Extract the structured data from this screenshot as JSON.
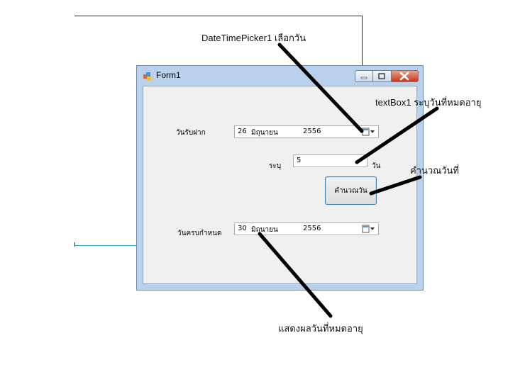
{
  "window": {
    "title": "Form1"
  },
  "form": {
    "receive_date_label": "วันรับฝาก",
    "receive_date": {
      "day": "26",
      "month": "มิถุนายน",
      "year": "2556"
    },
    "specify_label": "ระบุ",
    "days_value": "5",
    "days_unit": "วัน",
    "calculate_button": "คำนวณวัน",
    "due_date_label": "วันครบกำหนด",
    "due_date": {
      "day": "30",
      "month": "มิถุนายน",
      "year": "2556"
    }
  },
  "annotations": {
    "date_picker": "DateTimePicker1  เลือกวัน",
    "textbox": "textBox1 ระบุวันที่หมดอายุ",
    "calculate": "คำนวณวันที่",
    "result": "แสดงผลวันที่หมดอายุ"
  },
  "icons": {
    "title_icon": "form-app-icon",
    "minimize": "minimize-icon",
    "maximize": "maximize-icon",
    "close": "close-icon",
    "calendar": "calendar-dropdown-icon"
  },
  "colors": {
    "window_frame": "#b9d1ea",
    "client_area": "#f0f0f0",
    "close_button": "#c4381c",
    "button_focus_border": "#3c7fb1",
    "annotation_arrow": "#000000"
  }
}
